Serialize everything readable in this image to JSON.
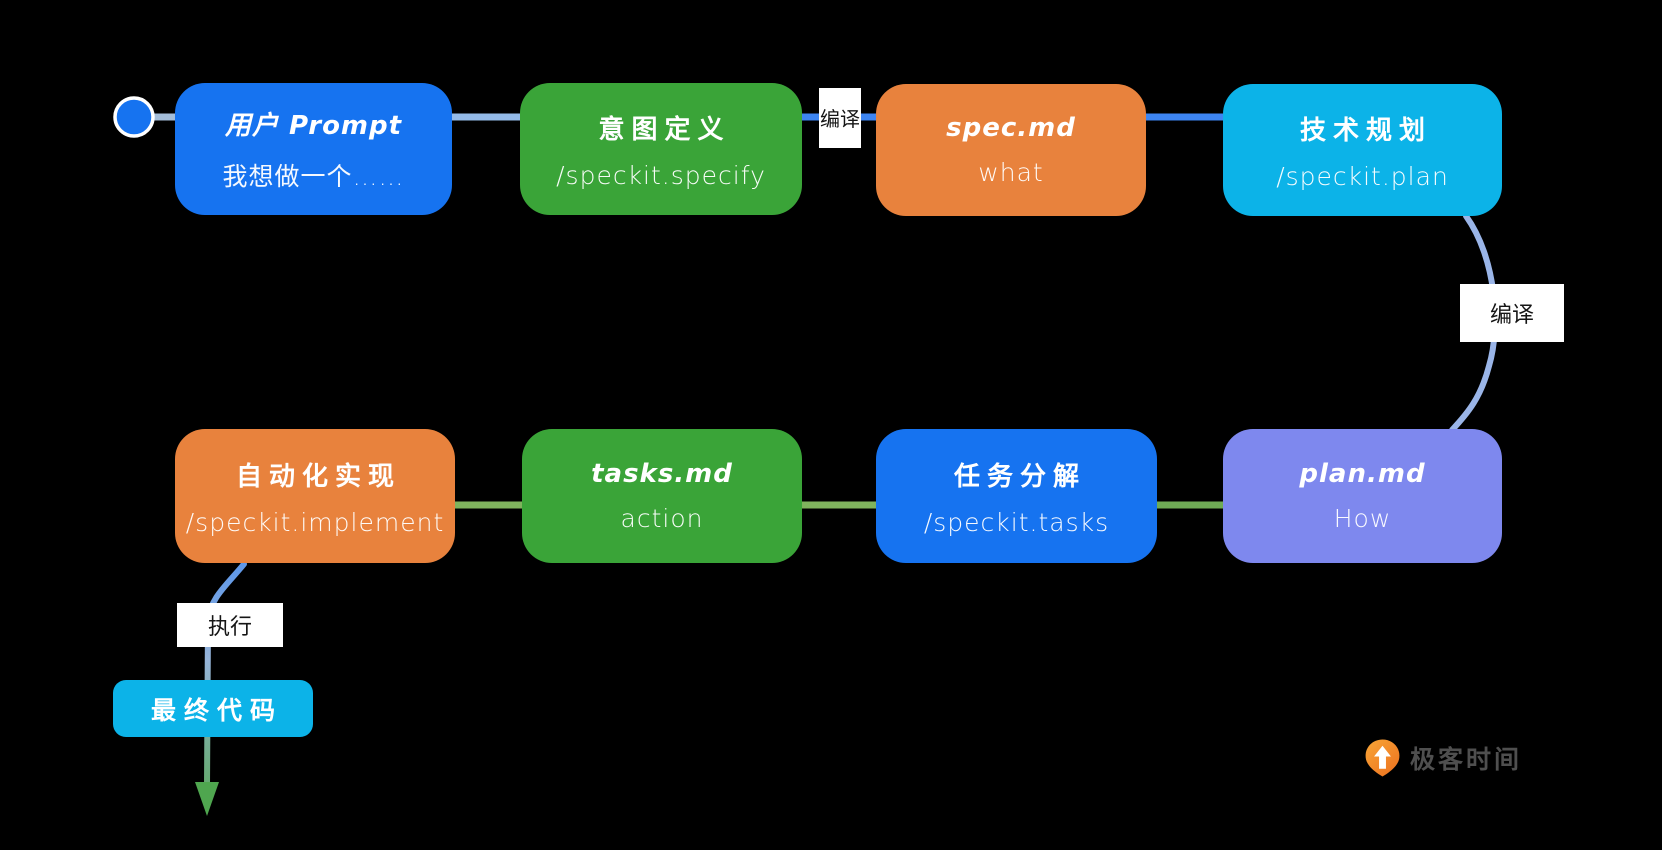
{
  "diagram": {
    "nodes": {
      "user_prompt": {
        "title": "用户 Prompt",
        "subtitle": "我想做一个……",
        "color": "#1673f0"
      },
      "intent_define": {
        "title": "意图定义",
        "subtitle": "/speckit.specify",
        "color": "#3aa438"
      },
      "spec_md": {
        "title": "spec.md",
        "subtitle": "what",
        "color": "#e8823d"
      },
      "tech_plan": {
        "title": "技术规划",
        "subtitle": "/speckit.plan",
        "color": "#0cb3e8"
      },
      "plan_md": {
        "title": "plan.md",
        "subtitle": "How",
        "color": "#7e88ee"
      },
      "task_breakdown": {
        "title": "任务分解",
        "subtitle": "/speckit.tasks",
        "color": "#1673f0"
      },
      "tasks_md": {
        "title": "tasks.md",
        "subtitle": "action",
        "color": "#3aa438"
      },
      "auto_implement": {
        "title": "自动化实现",
        "subtitle": "/speckit.implement",
        "color": "#e8823d"
      },
      "final_code": {
        "title": "最终代码",
        "color": "#0cb3e8"
      }
    },
    "edge_labels": {
      "compile_top": "编译",
      "compile_right": "编译",
      "execute": "执行"
    },
    "colors": {
      "background": "#000000",
      "connector_light_blue": "#94bbe9",
      "connector_blue": "#3d85f2",
      "connector_green": "#6fab55",
      "curve_periwinkle": "#9ab5e8",
      "arrow_green": "#4fa64f"
    },
    "logo": {
      "text": "极客时间"
    }
  }
}
